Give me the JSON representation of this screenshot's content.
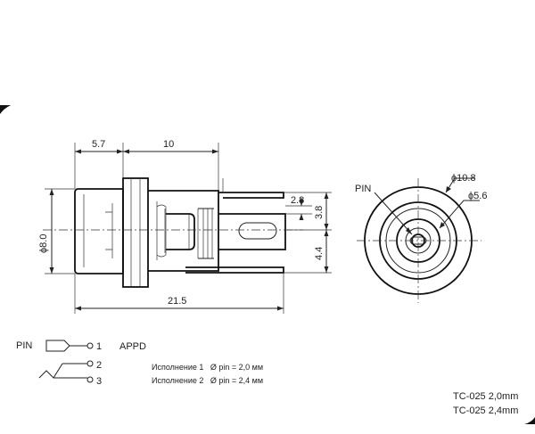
{
  "dimensions": {
    "d1": "5.7",
    "d2": "10",
    "d3": "2.8",
    "d4": "3.8",
    "d5": "4.4",
    "d6": "21.5",
    "d7": "ϕ8.0",
    "d8": "ϕ10.8",
    "d9": "ϕ5.6"
  },
  "labels": {
    "pin_front": "PIN",
    "pin_schematic": "PIN",
    "appd": "APPD",
    "term1": "1",
    "term2": "2",
    "term3": "3"
  },
  "variants": [
    "Исполнение 1   Ø pin = 2,0 мм",
    "Исполнение 2   Ø pin = 2,4 мм"
  ],
  "models": [
    "TC-025 2,0mm",
    "TC-025 2,4mm"
  ]
}
